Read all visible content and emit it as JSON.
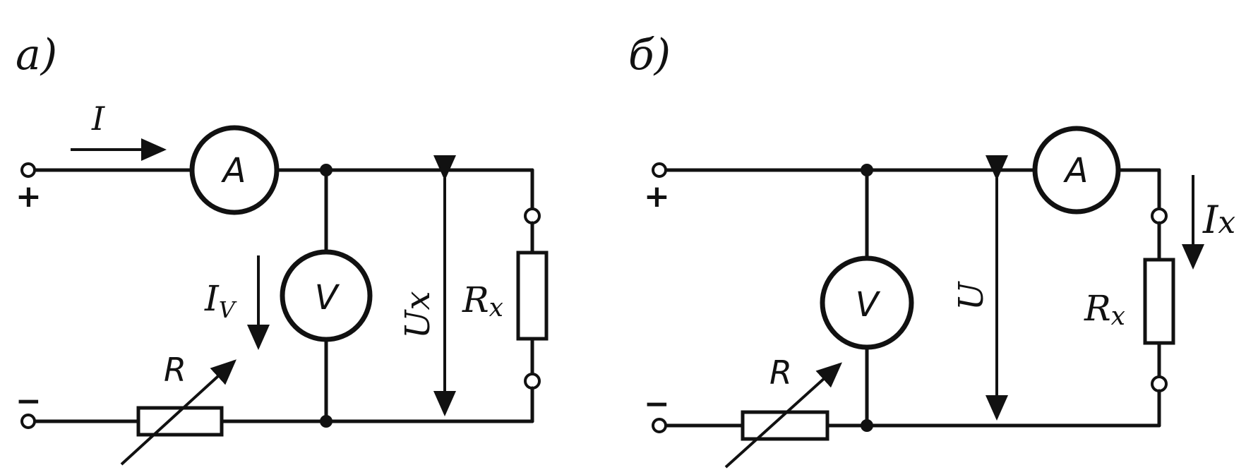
{
  "diagram_a": {
    "label": "а)",
    "current_label": "I",
    "plus_sign": "+",
    "minus_sign": "−",
    "ammeter_label": "A",
    "voltmeter_label": "V",
    "voltmeter_current_label": "I",
    "voltmeter_current_sub": "V",
    "voltage_label": "U",
    "voltage_sub": "x",
    "rheostat_label": "R",
    "resistor_label": "R",
    "resistor_sub": "x"
  },
  "diagram_b": {
    "label": "б)",
    "plus_sign": "+",
    "minus_sign": "−",
    "ammeter_label": "A",
    "voltmeter_label": "V",
    "voltage_label": "U",
    "rheostat_label": "R",
    "resistor_label": "R",
    "resistor_sub": "x",
    "resistor_current_label": "I",
    "resistor_current_sub": "x"
  }
}
